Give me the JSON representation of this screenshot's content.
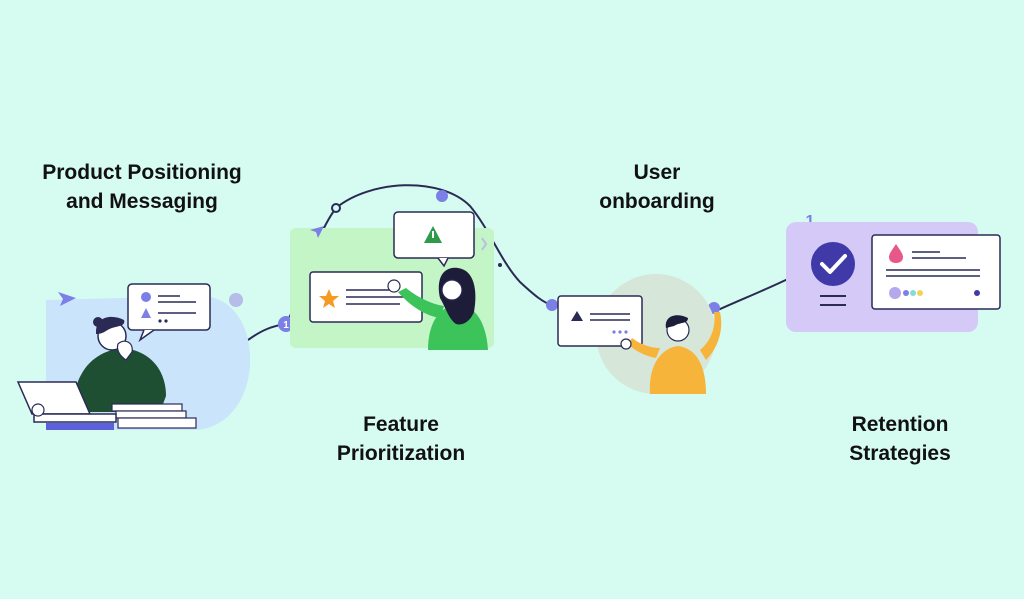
{
  "colors": {
    "background": "#d6fbf1",
    "path": "#2a2a55",
    "accent_purple": "#7b7fe6",
    "accent_green": "#2e9a4a",
    "accent_orange": "#f59a23",
    "accent_pink": "#e8578a",
    "shirt_dark_green": "#1f4f33",
    "shirt_green": "#3cc45a",
    "shirt_yellow": "#f7b43a"
  },
  "steps": [
    {
      "line1": "Product Positioning",
      "line2": "and Messaging",
      "icon": "person-at-laptop-thinking"
    },
    {
      "line1": "Feature",
      "line2": "Prioritization",
      "icon": "person-pointing-at-starred-card"
    },
    {
      "line1": "User",
      "line2": "onboarding",
      "icon": "person-waving-with-alert-card"
    },
    {
      "line1": "Retention",
      "line2": "Strategies",
      "icon": "checkmark-profile-card"
    }
  ],
  "step_badges": [
    "1",
    "1"
  ]
}
